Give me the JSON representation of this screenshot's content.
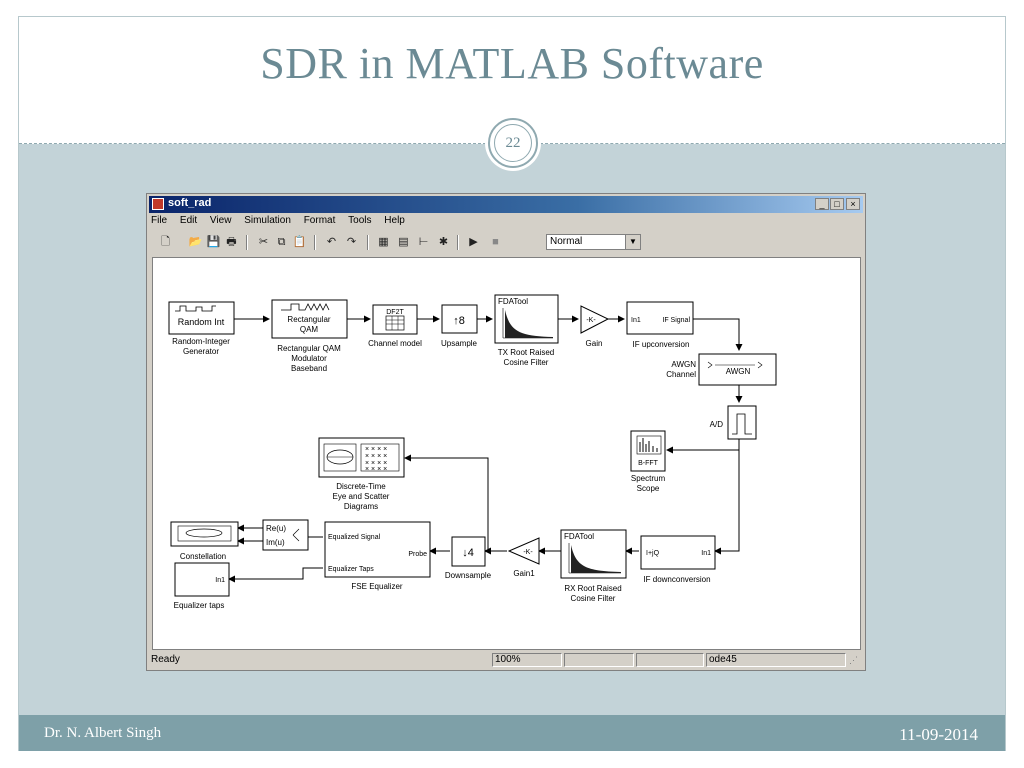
{
  "slide": {
    "title": "SDR in MATLAB Software",
    "page_number": "22",
    "author": "Dr. N. Albert Singh",
    "date": "11-09-2014"
  },
  "window": {
    "title": "soft_rad",
    "controls": [
      "_",
      "□",
      "×"
    ],
    "menu": [
      "File",
      "Edit",
      "View",
      "Simulation",
      "Format",
      "Tools",
      "Help"
    ],
    "toolbar_icons": [
      "new-icon",
      "open-icon",
      "save-icon",
      "print-icon",
      "cut-icon",
      "copy-icon",
      "paste-icon",
      "undo-icon",
      "redo-icon",
      "library-icon",
      "model-browser-icon",
      "hierarchy-icon",
      "debug-icon",
      "play-icon",
      "stop-icon"
    ],
    "sim_mode": "Normal",
    "status": {
      "ready": "Ready",
      "zoom": "100%",
      "solver": "ode45"
    }
  },
  "model": {
    "random_int": {
      "icon": "Random Int",
      "caption": [
        "Random-Integer",
        "Generator"
      ]
    },
    "rect_qam": {
      "icon": [
        "Rectangular",
        "QAM"
      ],
      "caption": [
        "Rectangular QAM",
        "Modulator",
        "Baseband"
      ]
    },
    "channel_model": {
      "icon": "DF2T",
      "caption": "Channel model"
    },
    "upsample": {
      "icon": "↑8",
      "caption": "Upsample"
    },
    "tx_filter": {
      "icon": "FDATool",
      "caption": [
        "TX Root Raised",
        "Cosine Filter"
      ]
    },
    "gain": {
      "icon": "-K-",
      "caption": "Gain"
    },
    "if_up": {
      "in": "In1",
      "out": "IF Signal",
      "caption": "IF upconversion"
    },
    "awgn": {
      "icon": "AWGN",
      "caption": [
        "AWGN",
        "Channel"
      ]
    },
    "ad": {
      "label": "A/D"
    },
    "spectrum": {
      "icon": "B-FFT",
      "caption": [
        "Spectrum",
        "Scope"
      ]
    },
    "eye_scatter": {
      "caption": [
        "Discrete-Time",
        "Eye and Scatter",
        "Diagrams"
      ]
    },
    "if_down": {
      "in": "I+jQ",
      "out": "In1",
      "caption": "IF downconversion"
    },
    "rx_filter": {
      "icon": "FDATool",
      "caption": [
        "RX Root Raised",
        "Cosine Filter"
      ]
    },
    "gain1": {
      "icon": "-K-",
      "caption": "Gain1"
    },
    "downsample": {
      "icon": "↓4",
      "caption": "Downsample"
    },
    "fse": {
      "port_eq": "Equalized Signal",
      "port_taps": "Equalizer Taps",
      "port_probe": "Probe",
      "caption": "FSE Equalizer"
    },
    "complex_split": {
      "re": "Re(u)",
      "im": "Im(u)"
    },
    "constellation": {
      "caption": "Constellation"
    },
    "eq_taps": {
      "icon": "In1",
      "caption": "Equalizer taps"
    }
  }
}
